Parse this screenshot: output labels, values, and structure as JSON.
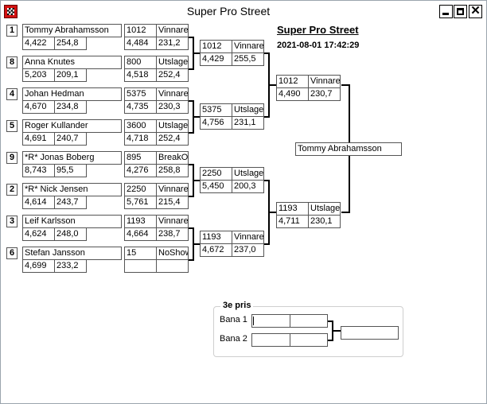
{
  "window": {
    "title": "Super Pro Street"
  },
  "header": {
    "title": "Super Pro Street",
    "datetime": "2021-08-01 17:42:29"
  },
  "round1": [
    {
      "seed": "1",
      "name": "Tommy Abrahamsson",
      "rt": "4,422",
      "speed": "254,8",
      "time": "1012",
      "result": "Vinnare",
      "et": "4,484",
      "mph": "231,2"
    },
    {
      "seed": "8",
      "name": "Anna Knutes",
      "rt": "5,203",
      "speed": "209,1",
      "time": "800",
      "result": "Utslagen",
      "et": "4,518",
      "mph": "252,4"
    },
    {
      "seed": "4",
      "name": "Johan Hedman",
      "rt": "4,670",
      "speed": "234,8",
      "time": "5375",
      "result": "Vinnare",
      "et": "4,735",
      "mph": "230,3"
    },
    {
      "seed": "5",
      "name": "Roger Kullander",
      "rt": "4,691",
      "speed": "240,7",
      "time": "3600",
      "result": "Utslagen",
      "et": "4,718",
      "mph": "252,4"
    },
    {
      "seed": "9",
      "name": "*R* Jonas Boberg",
      "rt": "8,743",
      "speed": "95,5",
      "time": "895",
      "result": "BreakOut",
      "et": "4,276",
      "mph": "258,8"
    },
    {
      "seed": "2",
      "name": "*R* Nick  Jensen",
      "rt": "4,614",
      "speed": "243,7",
      "time": "2250",
      "result": "Vinnare",
      "et": "5,761",
      "mph": "215,4"
    },
    {
      "seed": "3",
      "name": "Leif Karlsson",
      "rt": "4,624",
      "speed": "248,0",
      "time": "1193",
      "result": "Vinnare",
      "et": "4,664",
      "mph": "238,7"
    },
    {
      "seed": "6",
      "name": "Stefan Jansson",
      "rt": "4,699",
      "speed": "233,2",
      "time": "15",
      "result": "NoShow",
      "et": "",
      "mph": ""
    }
  ],
  "round2": [
    {
      "time": "1012",
      "result": "Vinnare",
      "et": "4,429",
      "mph": "255,5"
    },
    {
      "time": "5375",
      "result": "Utslagen",
      "et": "4,756",
      "mph": "231,1"
    },
    {
      "time": "2250",
      "result": "Utslagen",
      "et": "5,450",
      "mph": "200,3"
    },
    {
      "time": "1193",
      "result": "Vinnare",
      "et": "4,672",
      "mph": "237,0"
    }
  ],
  "semis": [
    {
      "time": "1012",
      "result": "Vinnare",
      "et": "4,490",
      "mph": "230,7"
    },
    {
      "time": "1193",
      "result": "Utslagen",
      "et": "4,711",
      "mph": "230,1"
    }
  ],
  "winner": {
    "name": "Tommy Abrahamsson"
  },
  "third_place": {
    "title": "3e pris",
    "lane1": "Bana 1",
    "lane2": "Bana 2"
  }
}
